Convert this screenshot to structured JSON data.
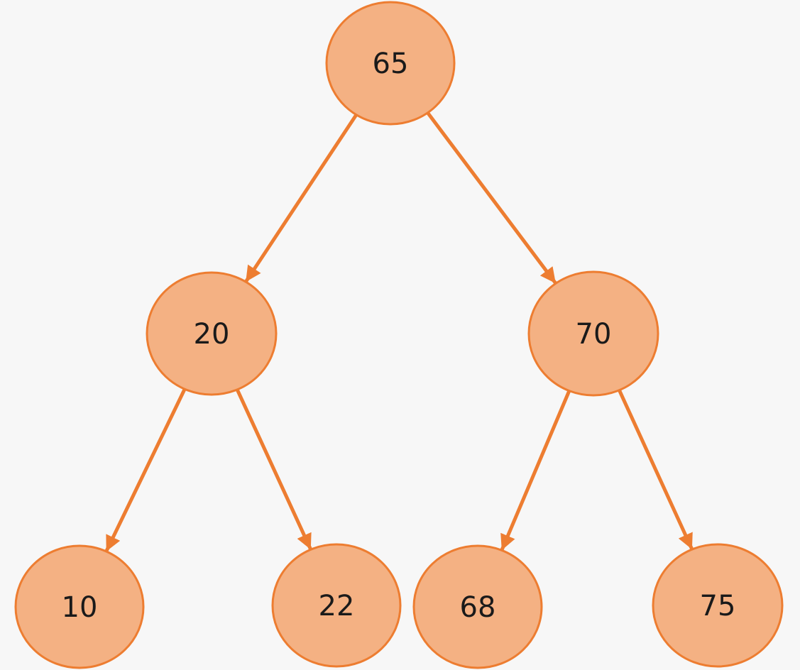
{
  "colors": {
    "background": "#f7f7f7",
    "node_fill": "#f4b183",
    "node_stroke": "#ed7d31",
    "edge": "#ed7d31",
    "label": "#1a1a1a"
  },
  "tree": {
    "nodes": [
      {
        "id": "n65",
        "label": "65"
      },
      {
        "id": "n20",
        "label": "20"
      },
      {
        "id": "n70",
        "label": "70"
      },
      {
        "id": "n10",
        "label": "10"
      },
      {
        "id": "n22",
        "label": "22"
      },
      {
        "id": "n68",
        "label": "68"
      },
      {
        "id": "n75",
        "label": "75"
      }
    ],
    "edges": [
      {
        "from": "n65",
        "to": "n20"
      },
      {
        "from": "n65",
        "to": "n70"
      },
      {
        "from": "n20",
        "to": "n10"
      },
      {
        "from": "n20",
        "to": "n22"
      },
      {
        "from": "n70",
        "to": "n68"
      },
      {
        "from": "n70",
        "to": "n75"
      }
    ]
  }
}
